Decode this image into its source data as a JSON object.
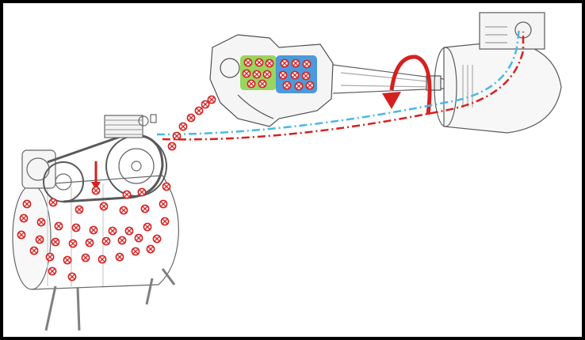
{
  "diagram": {
    "components": [
      {
        "id": "air-compressor",
        "icon": "compressor-tank-icon"
      },
      {
        "id": "belt-drive",
        "icon": "belt-pulley-icon"
      },
      {
        "id": "pto-shaft-coupling",
        "icon": "shaft-coupling-icon"
      },
      {
        "id": "generator",
        "icon": "electric-generator-icon"
      }
    ],
    "markers": {
      "symbol": "cross-in-circle",
      "color": "#d62020",
      "fill": "#ffffff"
    },
    "highlights": [
      {
        "id": "green-block",
        "color": "#8fd14f"
      },
      {
        "id": "blue-block",
        "color": "#3b8fd8"
      }
    ],
    "flow_lines": [
      {
        "id": "red-line",
        "color": "#d62020",
        "style": "dash-dot"
      },
      {
        "id": "blue-line",
        "color": "#49b8e6",
        "style": "dash-dot"
      }
    ],
    "arrows": [
      {
        "id": "rotation-arrow",
        "color": "#d62020"
      },
      {
        "id": "belt-down-arrow",
        "color": "#d62020"
      }
    ]
  }
}
